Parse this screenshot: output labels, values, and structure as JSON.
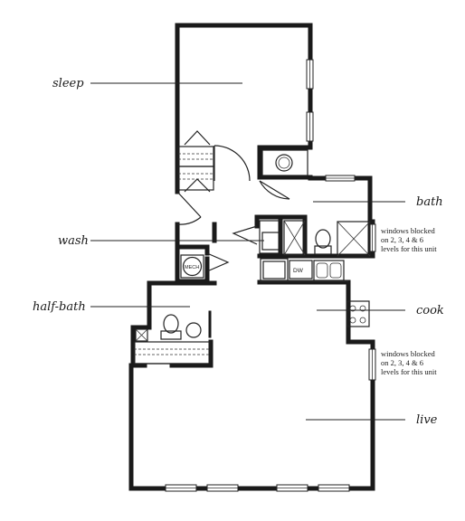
{
  "rooms": {
    "sleep": "sleep",
    "bath": "bath",
    "wash": "wash",
    "half_bath": "half-bath",
    "cook": "cook",
    "live": "live"
  },
  "notes": {
    "windows_upper": [
      "windows blocked",
      "on 2, 3, 4 & 6",
      "levels for this unit"
    ],
    "windows_lower": [
      "windows blocked",
      "on 2, 3, 4 & 6",
      "levels for this unit"
    ]
  },
  "fixtures": {
    "dishwasher": "DW",
    "mech": "MECH"
  }
}
